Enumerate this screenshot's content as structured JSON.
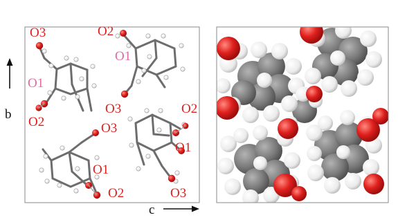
{
  "figure": {
    "axis_b_label": "b",
    "axis_c_label": "c",
    "atom_labels": [
      {
        "text": "O3",
        "color": "#e0201e"
      },
      {
        "text": "O2",
        "color": "#e0201e"
      },
      {
        "text": "O1",
        "color": "#e26aa6"
      },
      {
        "text": "O1",
        "color": "#e26aa6"
      },
      {
        "text": "O2",
        "color": "#e0201e"
      },
      {
        "text": "O3",
        "color": "#e0201e"
      },
      {
        "text": "O2",
        "color": "#e0201e"
      },
      {
        "text": "O3",
        "color": "#e0201e"
      },
      {
        "text": "O1",
        "color": "#e0201e"
      },
      {
        "text": "O1",
        "color": "#e0201e"
      },
      {
        "text": "O2",
        "color": "#e0201e"
      },
      {
        "text": "O3",
        "color": "#e0201e"
      }
    ],
    "colors": {
      "oxygen": "#e0201e",
      "carbon": "#7a7a7a",
      "hydrogen": "#f2f2f2",
      "label_pink": "#e26aa6",
      "cell_frame": "#8a8a8a"
    }
  }
}
